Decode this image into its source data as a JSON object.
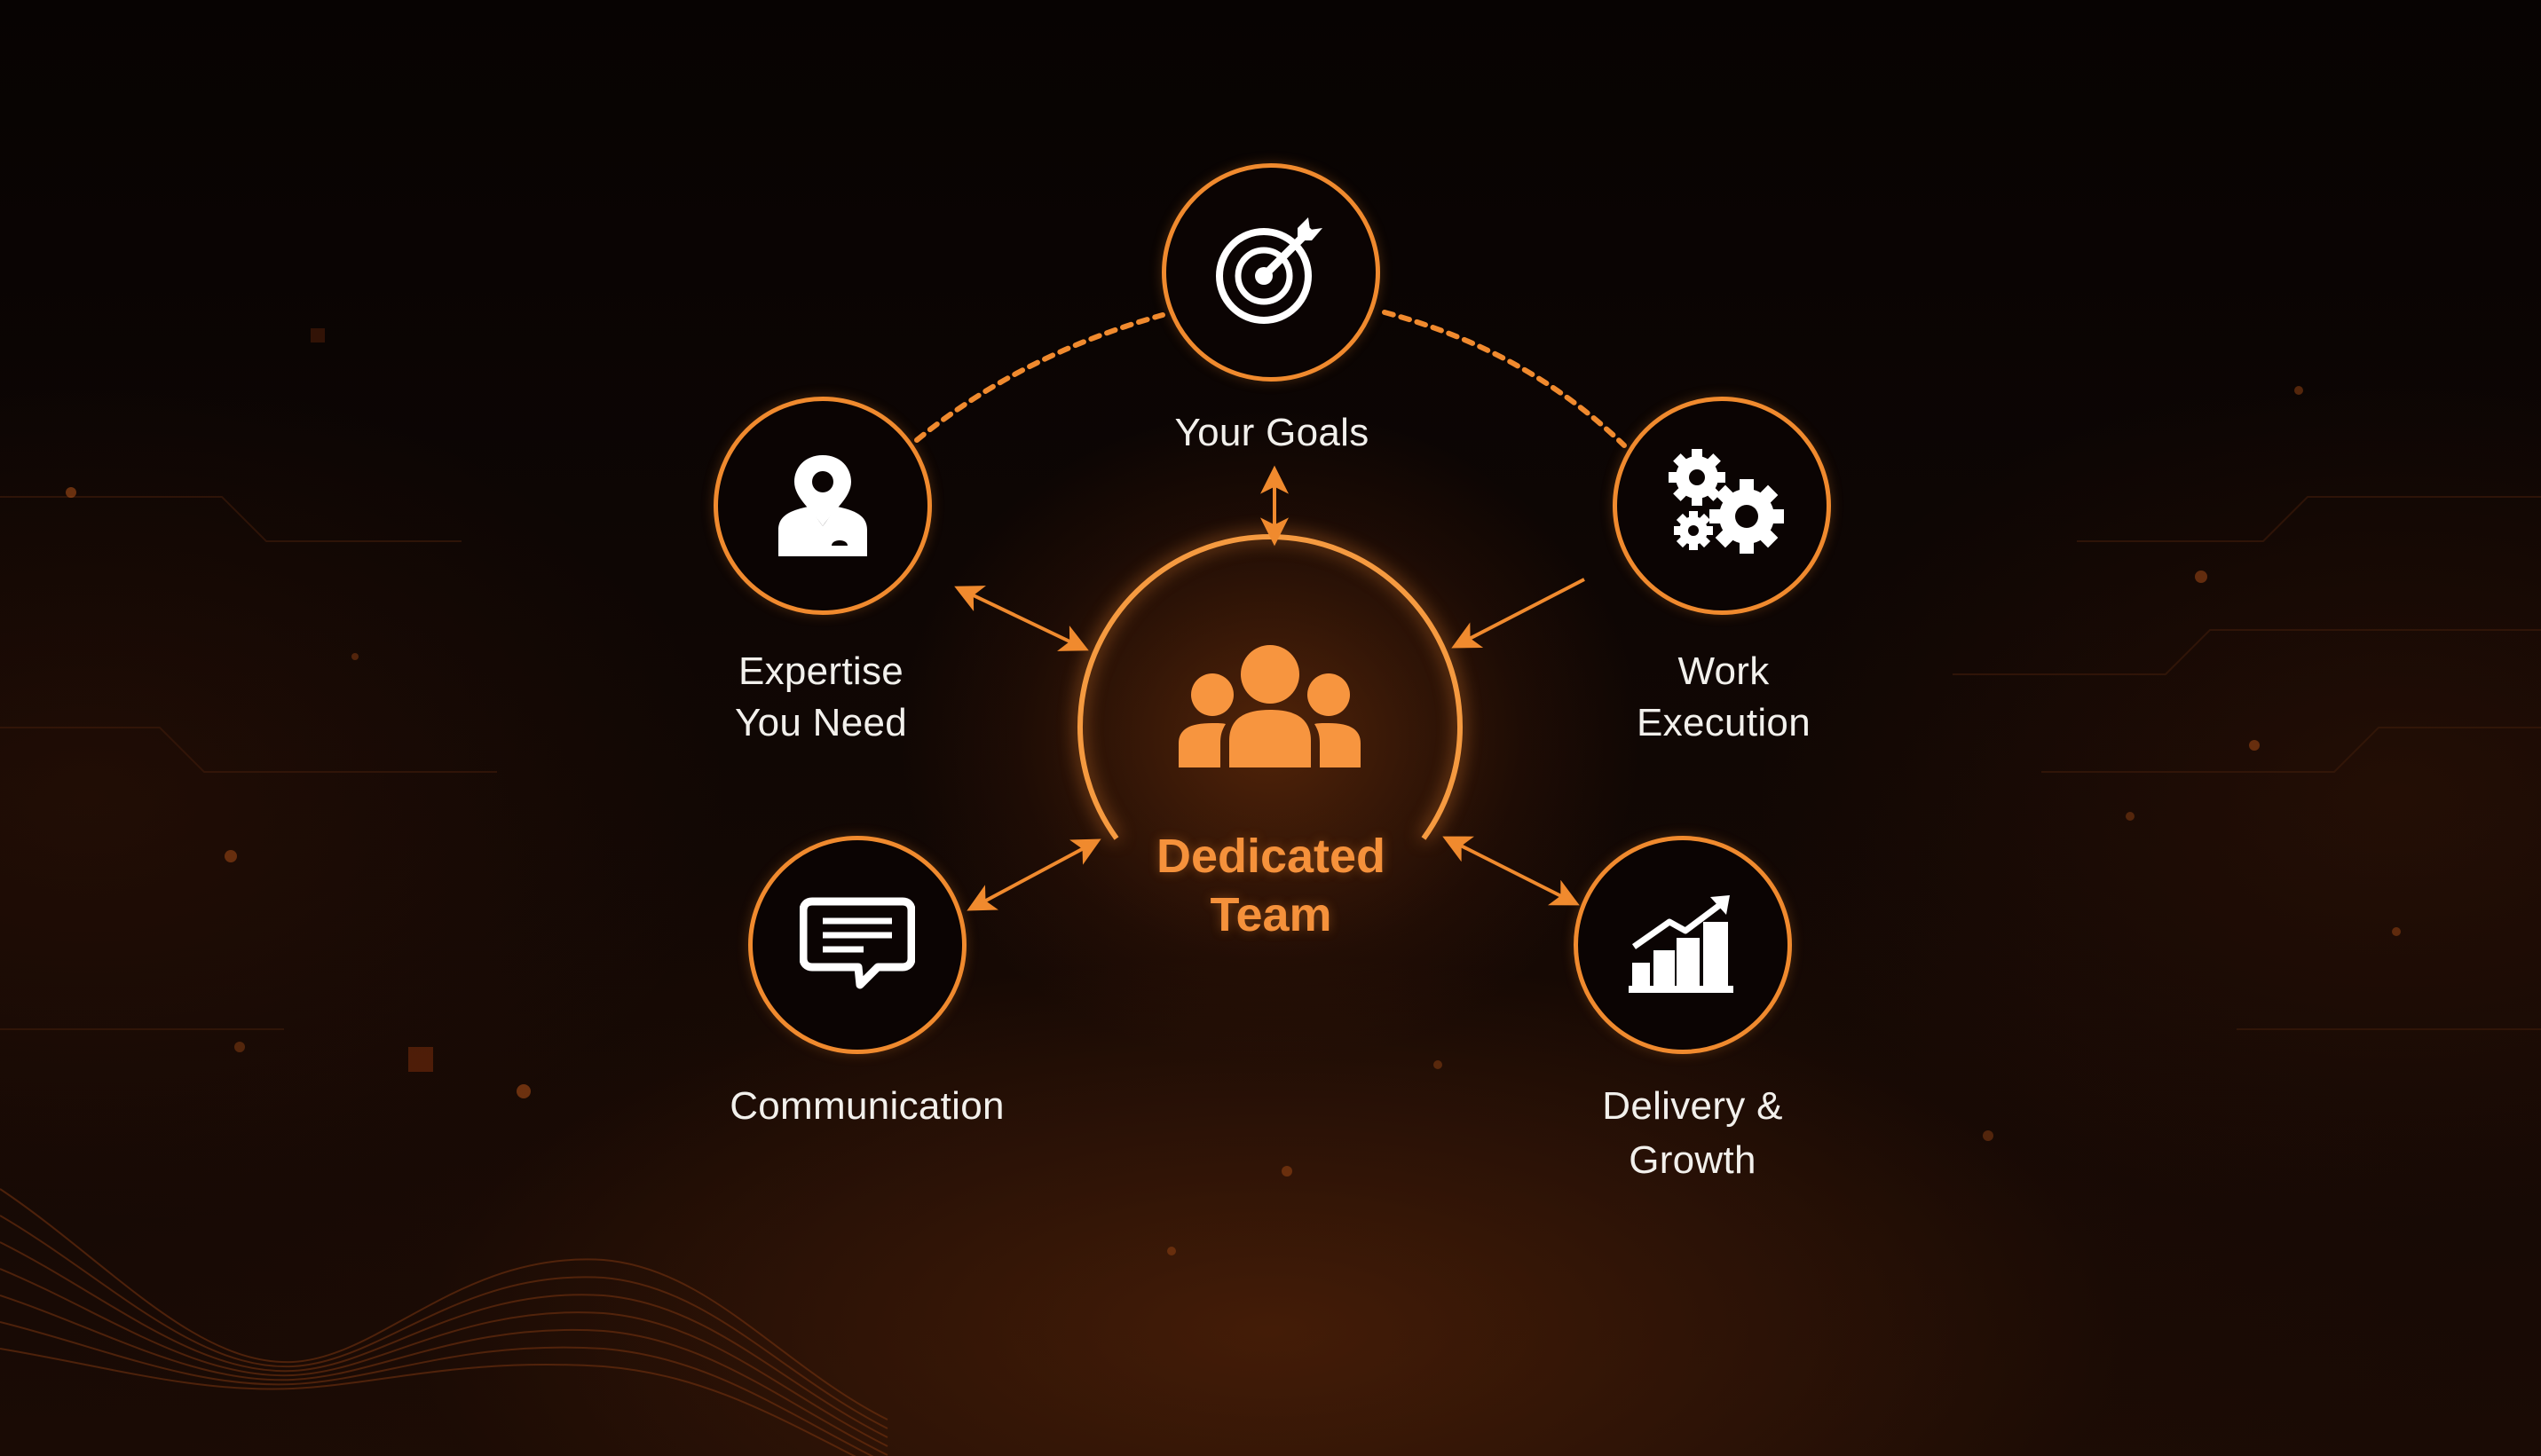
{
  "diagram": {
    "title": "Dedicated Team",
    "center": {
      "label_line1": "Dedicated",
      "label_line2": "Team",
      "icon": "team-icon"
    },
    "nodes": [
      {
        "id": "goals",
        "label_line1": "Your Goals",
        "label_line2": "",
        "icon": "target-icon",
        "arrow": "bidirectional"
      },
      {
        "id": "expertise",
        "label_line1": "Expertise",
        "label_line2": "You Need",
        "icon": "person-location-icon",
        "arrow": "bidirectional"
      },
      {
        "id": "work",
        "label_line1": "Work",
        "label_line2": "Execution",
        "icon": "gears-icon",
        "arrow": "to-center"
      },
      {
        "id": "communication",
        "label_line1": "Communication",
        "label_line2": "",
        "icon": "chat-icon",
        "arrow": "bidirectional"
      },
      {
        "id": "delivery",
        "label_line1": "Delivery &",
        "label_line2": "Growth",
        "icon": "growth-chart-icon",
        "arrow": "bidirectional"
      }
    ],
    "connections": [
      {
        "from": "expertise",
        "to": "goals",
        "style": "dashed"
      },
      {
        "from": "goals",
        "to": "work",
        "style": "dashed"
      }
    ]
  },
  "colors": {
    "accent": "#F08A2E",
    "center_text": "#F5913B",
    "label_text": "#F2F0EC",
    "background": "#0A0504"
  }
}
